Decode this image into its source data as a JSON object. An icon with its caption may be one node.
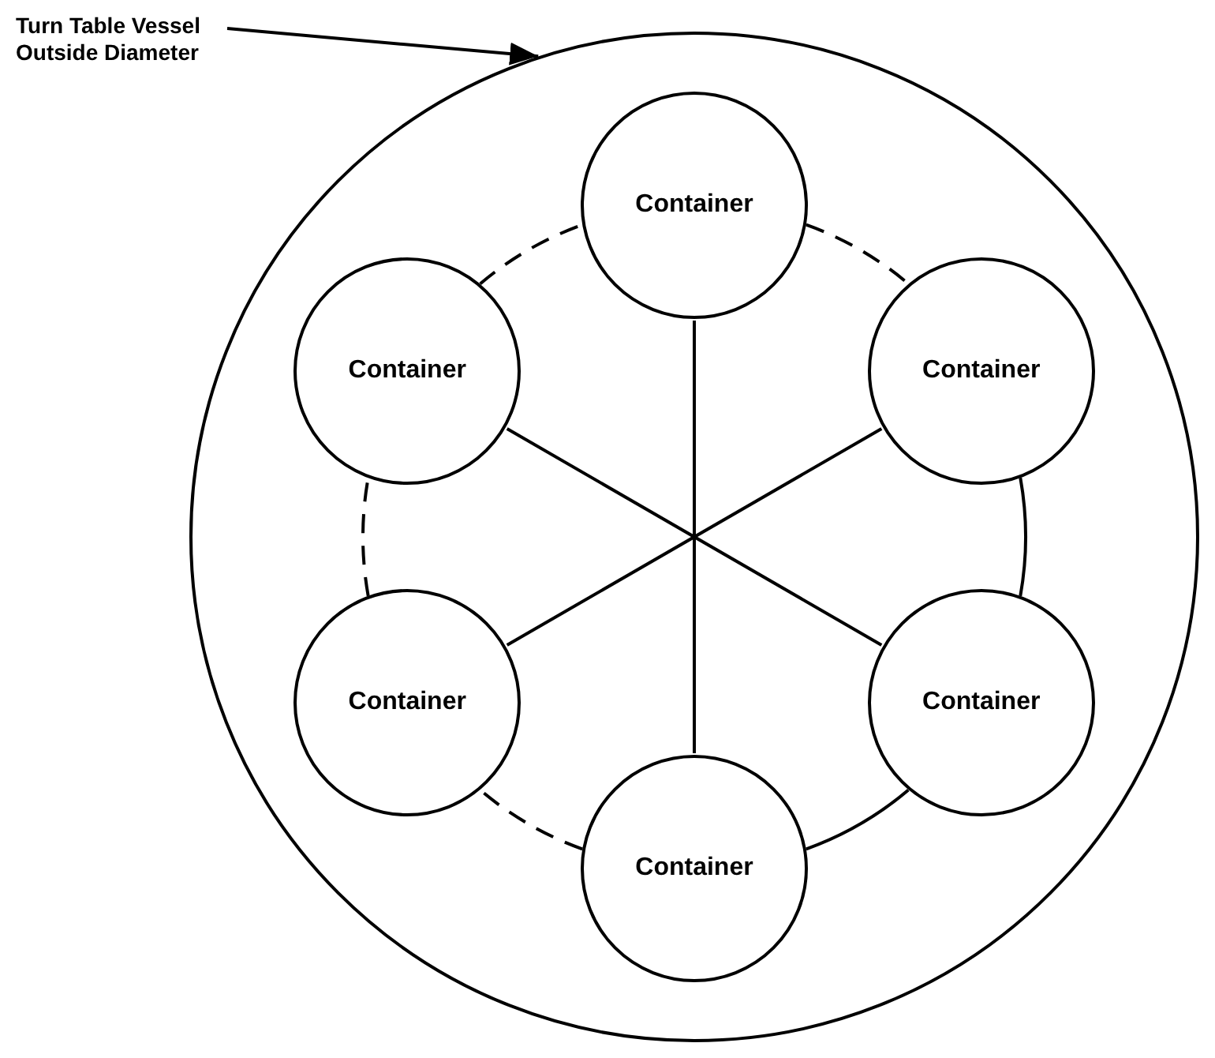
{
  "diagram": {
    "nodes": [
      {
        "text": [
          "Turn Table Vessel Outside Diameter"
        ]
      },
      {
        "text": [],
        "shape": "circle"
      },
      {
        "text": [
          "Container"
        ],
        "in": 1
      },
      {
        "text": [
          "Container"
        ],
        "in": 1
      },
      {
        "text": [
          "Container"
        ],
        "in": 1
      },
      {
        "text": [
          "Container"
        ],
        "in": 1
      },
      {
        "text": [
          "Container"
        ],
        "in": 1
      },
      {
        "text": [
          "Container"
        ],
        "in": 1
      }
    ],
    "edges": [
      {
        "from": 0,
        "to": 1,
        "arrow": "to"
      },
      {
        "from": 2,
        "to": 7,
        "arrow": "none"
      },
      {
        "from": 3,
        "to": 6,
        "arrow": "none"
      },
      {
        "from": 4,
        "to": 5,
        "arrow": "none"
      },
      {
        "from": 2,
        "to": 4,
        "arrow": "none",
        "style": "dashed"
      },
      {
        "from": 4,
        "to": 6,
        "arrow": "none"
      },
      {
        "from": 6,
        "to": 7,
        "arrow": "none"
      },
      {
        "from": 7,
        "to": 5,
        "arrow": "none",
        "style": "dashed"
      },
      {
        "from": 5,
        "to": 3,
        "arrow": "none",
        "style": "dashed"
      },
      {
        "from": 3,
        "to": 2,
        "arrow": "none",
        "style": "dashed"
      }
    ]
  }
}
